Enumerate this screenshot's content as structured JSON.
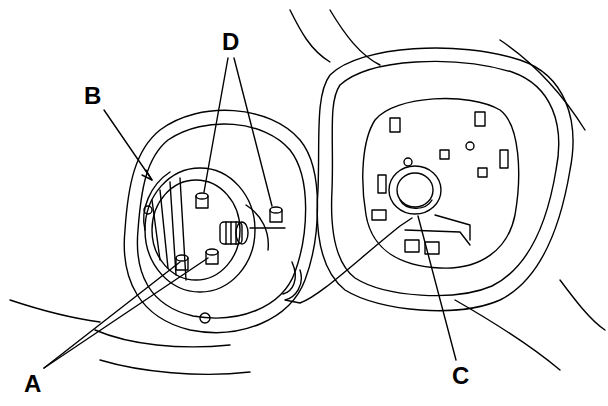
{
  "diagram": {
    "labels": [
      "D",
      "B",
      "A",
      "C"
    ]
  }
}
